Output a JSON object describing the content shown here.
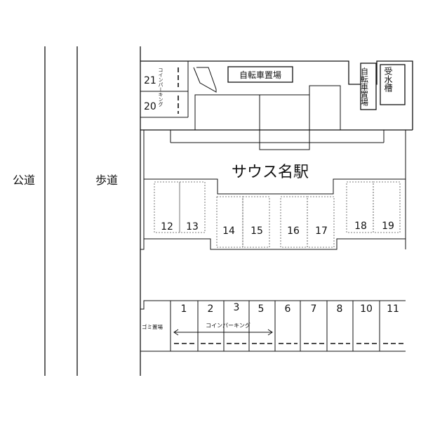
{
  "labels": {
    "public_road": "公道",
    "sidewalk": "歩道",
    "station": "サウス名駅",
    "bicycle_parking": "自転車置場",
    "bicycle_parking_vertical": "自転車置場",
    "water_tank": "受水槽",
    "garbage": "ゴミ置場",
    "coin_parking_vertical": "コインパーキング",
    "coin_parking_horizontal": "コインパーキング"
  },
  "spaces_top_left": [
    "21",
    "20"
  ],
  "spaces_middle": [
    "12",
    "13",
    "14",
    "15",
    "16",
    "17",
    "18",
    "19"
  ],
  "spaces_bottom": [
    "1",
    "2",
    "3",
    "5",
    "6",
    "7",
    "8",
    "10",
    "11"
  ]
}
